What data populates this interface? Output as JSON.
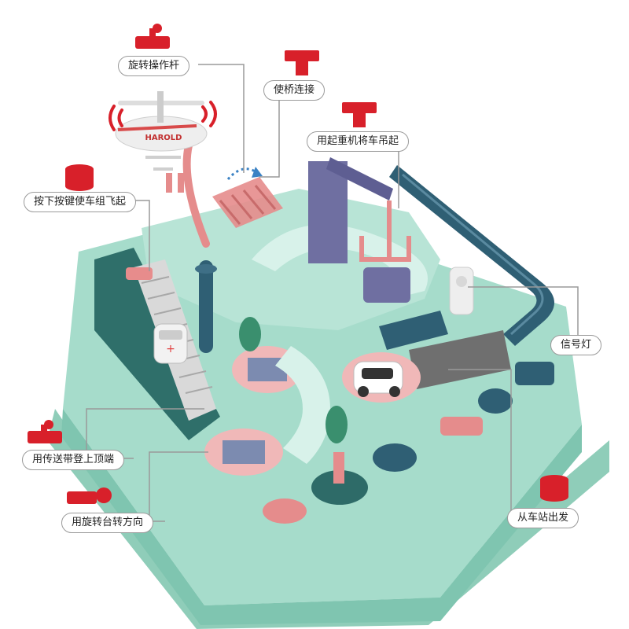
{
  "colors": {
    "base_mint": "#a6dccb",
    "base_mint_dark": "#7fc5b0",
    "track_mint": "#c6eadf",
    "navy": "#2f5f74",
    "purple": "#6f6fa1",
    "coral": "#e78c8c",
    "red_icon": "#d8202a",
    "label_border": "#9a9a9a"
  },
  "helicopter_text": "HAROLD",
  "labels": {
    "rotate_lever": "旋转操作杆",
    "bridge_connect": "使桥连接",
    "crane_lift": "用起重机将车吊起",
    "press_fly": "按下按键使车组飞起",
    "signal_light": "信号灯",
    "conveyor_top": "用传送带登上顶端",
    "turntable_turn": "用旋转台转方向",
    "station_depart": "从车站出发"
  },
  "icons": {
    "rotate_lever": "lever-knob-icon",
    "bridge_connect": "t-handle-icon",
    "crane_lift": "t-handle-icon",
    "press_fly": "push-button-icon",
    "conveyor_top": "lever-knob-icon",
    "turntable_turn": "turntable-knob-icon",
    "station_depart": "push-button-icon"
  }
}
